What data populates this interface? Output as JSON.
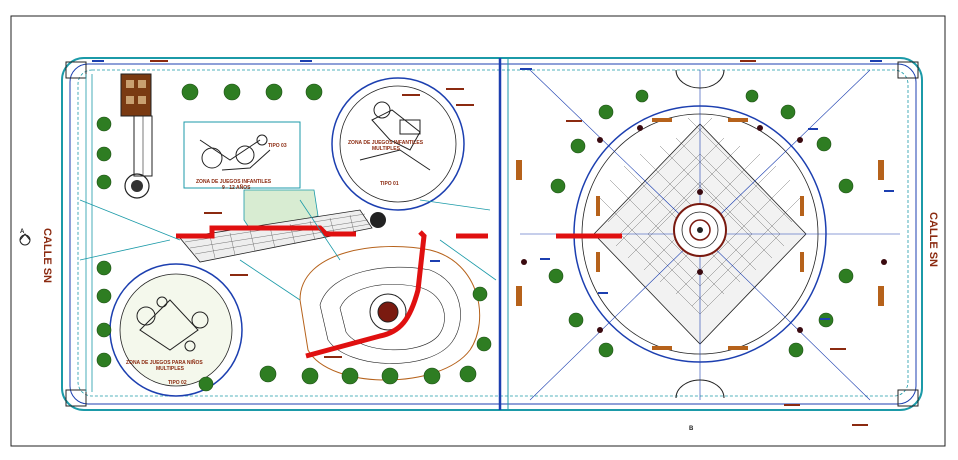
{
  "labels": {
    "street_left": "CALLE SN",
    "street_right": "CALLE SN",
    "section_a": "A",
    "section_b": "B",
    "zone_top_left_1": "ZONA DE JUEGOS INFANTILES",
    "zone_top_left_2": "9 - 12 AÑOS",
    "tipo_top_left": "TIPO 03",
    "zone_circle_top_1": "ZONA DE JUEGOS INFANTILES",
    "zone_circle_top_2": "MULTIPLES",
    "tipo_circle_top": "TIPO 01",
    "zone_circle_bottom_1": "ZONA DE JUEGOS PARA NIÑOS",
    "zone_circle_bottom_2": "MULTIPLES",
    "tipo_circle_bottom": "TIPO 02"
  },
  "colors": {
    "cyan_lines": "#1b9aa8",
    "blue_lines": "#1c3fb0",
    "red_path": "#e01010",
    "label": "#8b2a10",
    "tree": "#2e7d22",
    "plaza_brown": "#b6621b"
  },
  "icons": [
    "north-arrow-icon",
    "tree-icon",
    "play-structure-icon"
  ]
}
